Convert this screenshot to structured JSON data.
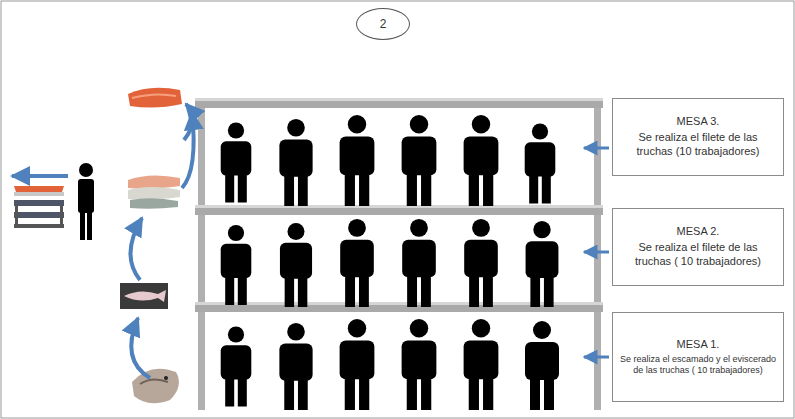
{
  "diagram": {
    "nodes": [
      {
        "text": [
          "2"
        ]
      },
      {
        "text": [
          "MESA 3.",
          "Se realiza el filete de las truchas (10 trabajadores)"
        ]
      },
      {
        "text": [
          "MESA 2.",
          "Se realiza el filete de las truchas ( 10 trabajadores)"
        ]
      },
      {
        "text": [
          "MESA 1.",
          "Se realiza el escamado y el eviscerado de las truchas ( 10 trabajadores)"
        ]
      }
    ]
  }
}
